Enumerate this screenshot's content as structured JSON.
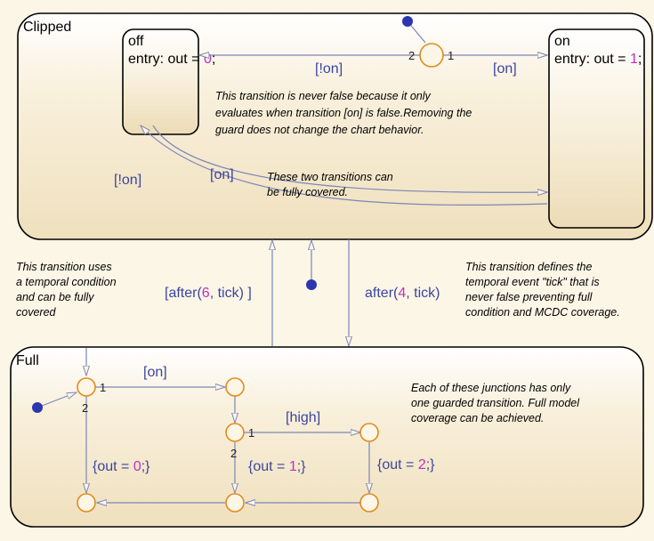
{
  "colors": {
    "background": "#fcf6e6",
    "state_border": "#000000",
    "transition": "#7c85b8",
    "label": "#3b45a0",
    "number": "#c02fc0",
    "junction": "#e38a1c",
    "default_dot": "#2c36b0"
  },
  "clipped": {
    "title": "Clipped",
    "off_state": {
      "name": "off",
      "entry_prefix": "entry: out = ",
      "value": "0",
      "suffix": ";"
    },
    "on_state": {
      "name": "on",
      "entry_prefix": "entry: out = ",
      "value": "1",
      "suffix": ";"
    },
    "labels": {
      "not_on_top": "[!on]",
      "on_top": "[on]",
      "not_on_left": "[!on]",
      "on_mid": "[on]",
      "branch_2": "2",
      "branch_1": "1"
    },
    "note_guard": [
      "This transition is never false because it only",
      "evaluates when transition [on] is false.Removing the",
      "guard does not change the chart behavior."
    ],
    "note_covered": [
      "These two transitions can",
      "be fully covered."
    ]
  },
  "between": {
    "after6": {
      "prefix": "[after(",
      "value": "6",
      "suffix": ", tick) ]"
    },
    "after4": {
      "prefix": "after(",
      "value": "4",
      "suffix": ", tick)"
    },
    "note_left": [
      "This transition uses",
      "a temporal condition",
      "and can be fully",
      "covered"
    ],
    "note_right": [
      "This transition defines the",
      "temporal event \"tick\" that is",
      "never false preventing full",
      "condition and MCDC coverage."
    ]
  },
  "full": {
    "title": "Full",
    "labels": {
      "on": "[on]",
      "high": "[high]",
      "branch_1a": "1",
      "branch_2a": "2",
      "branch_1b": "1",
      "branch_2b": "2"
    },
    "actions": {
      "out0": {
        "prefix": "{out = ",
        "value": "0",
        "suffix": ";}"
      },
      "out1": {
        "prefix": "{out = ",
        "value": "1",
        "suffix": ";}"
      },
      "out2": {
        "prefix": "{out = ",
        "value": "2",
        "suffix": ";}"
      }
    },
    "note": [
      "Each of these junctions has only",
      "one guarded transition.  Full model",
      "coverage can be achieved."
    ]
  }
}
